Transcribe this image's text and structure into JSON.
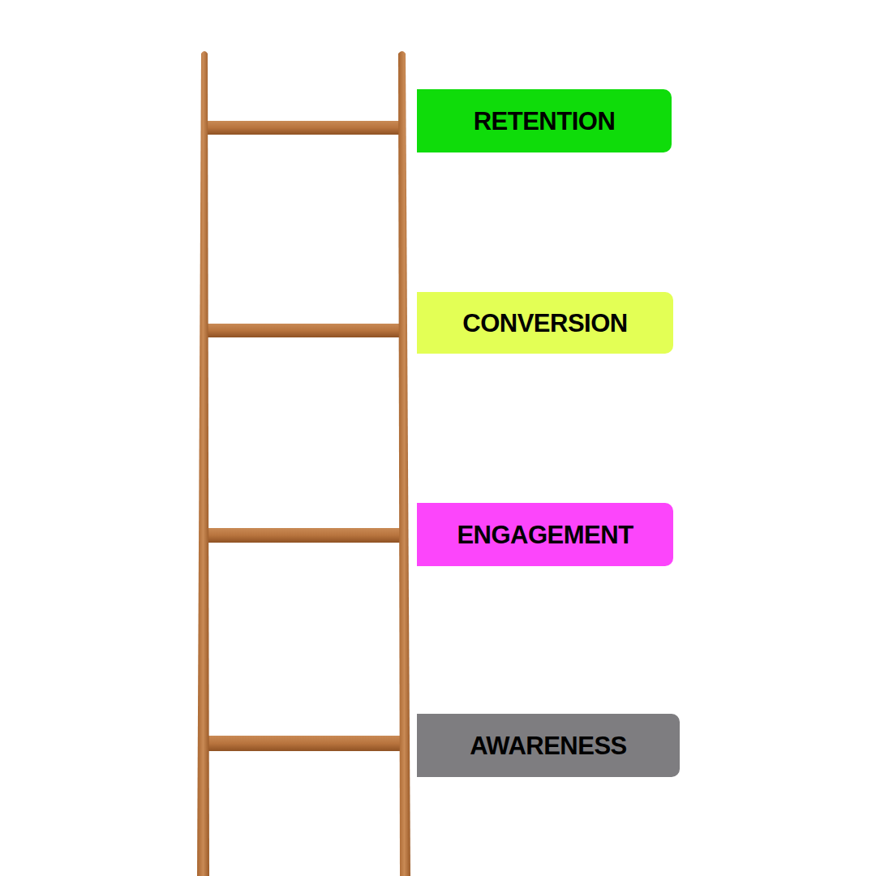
{
  "diagram": {
    "nodes": [
      {
        "text": [
          "RETENTION"
        ]
      },
      {
        "text": [
          "CONVERSION"
        ]
      },
      {
        "text": [
          "ENGAGEMENT"
        ]
      },
      {
        "text": [
          "AWARENESS"
        ]
      }
    ]
  }
}
